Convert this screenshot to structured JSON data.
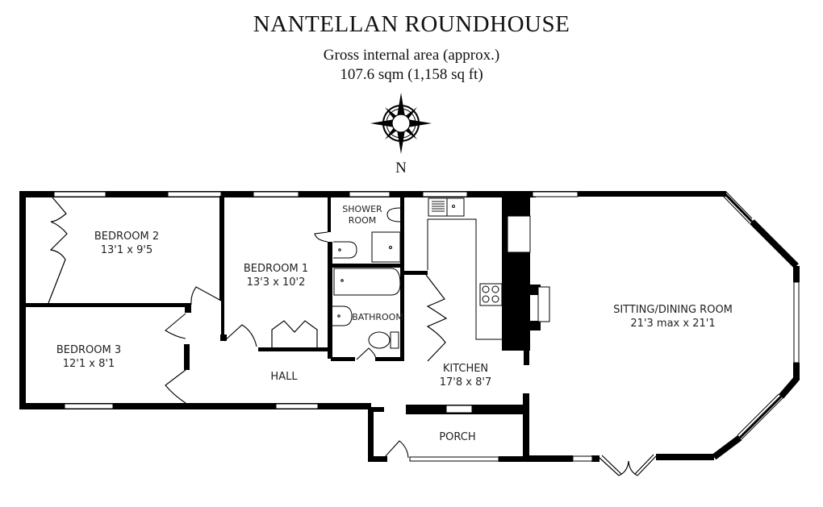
{
  "header": {
    "title": "NANTELLAN ROUNDHOUSE",
    "area_label": "Gross internal area (approx.)",
    "area_value": "107.6 sqm (1,158 sq ft)"
  },
  "compass": {
    "icon": "compass-rose-icon",
    "north_label": "N"
  },
  "rooms": {
    "bedroom2": {
      "name": "BEDROOM 2",
      "dims": "13'1  x 9'5"
    },
    "bedroom1": {
      "name": "BEDROOM 1",
      "dims": "13'3  x 10'2"
    },
    "bedroom3": {
      "name": "BEDROOM 3",
      "dims": "12'1  x 8'1"
    },
    "shower": {
      "name_line1": "SHOWER",
      "name_line2": "ROOM"
    },
    "bathroom": {
      "name": "BATHROOM"
    },
    "hall": {
      "name": "HALL"
    },
    "kitchen": {
      "name": "KITCHEN",
      "dims": "17'8 x 8'7"
    },
    "sitting": {
      "name": "SITTING/DINING ROOM",
      "dims": "21'3 max x 21'1"
    },
    "porch": {
      "name": "PORCH"
    }
  },
  "colors": {
    "wall": "#000000",
    "background": "#ffffff",
    "text": "#222222"
  }
}
